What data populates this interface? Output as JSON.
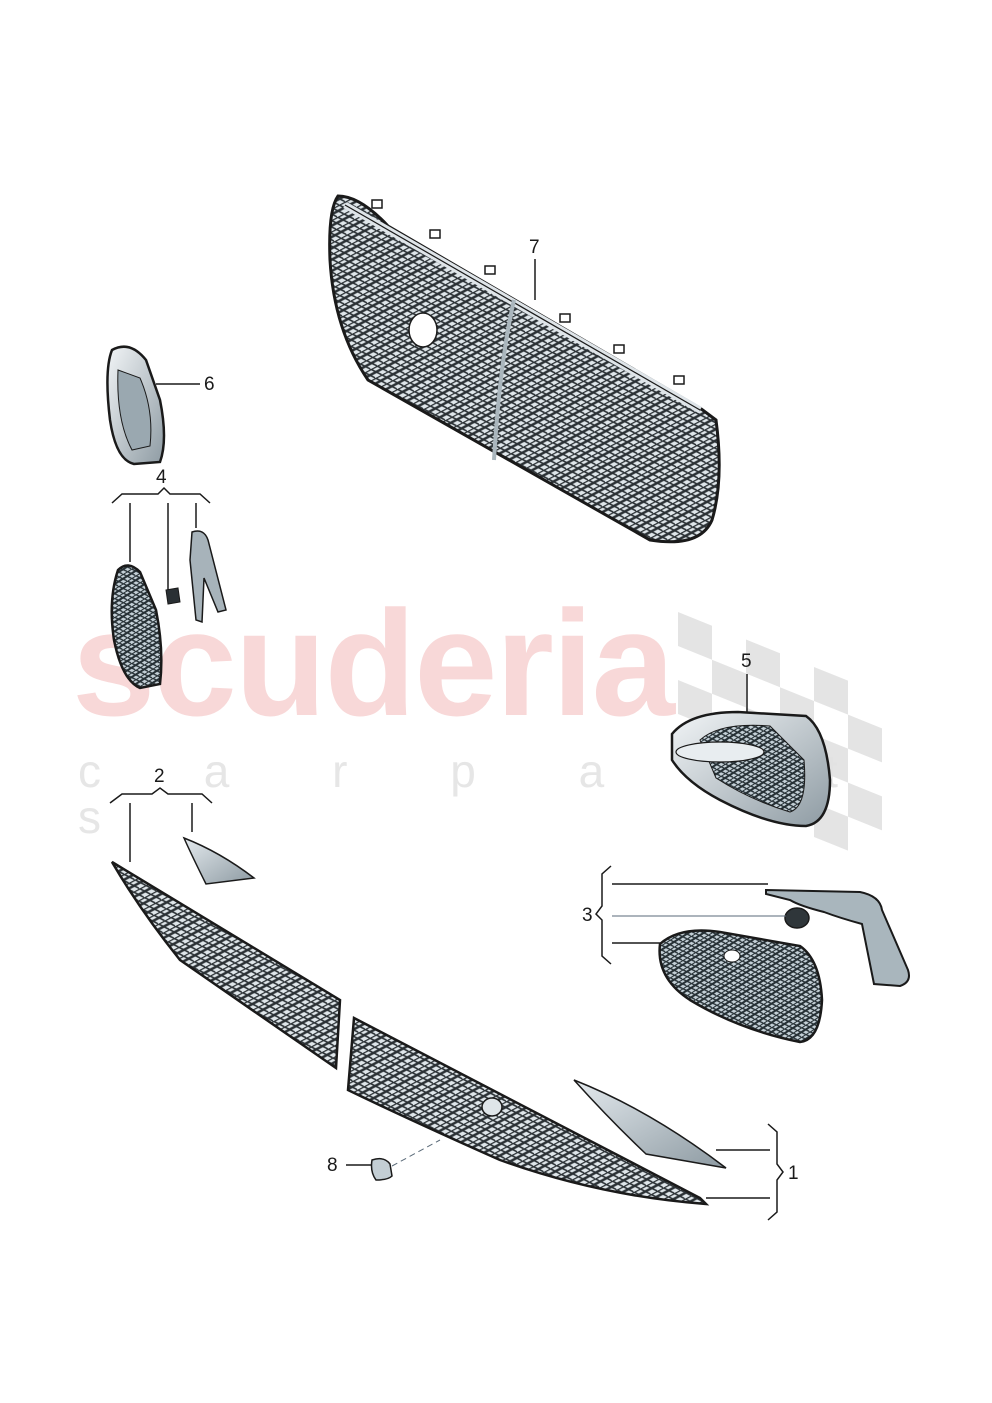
{
  "diagram": {
    "type": "exploded-parts-diagram",
    "subject": "Front radiator grille and bumper grilles",
    "watermark": {
      "brand": "scuderia",
      "tagline": "c a r  p a r t s",
      "brand_color": "#f8d8d8",
      "tagline_color": "#e6e6e6",
      "flag_color": "#e2e2e2"
    },
    "colors": {
      "line": "#1a1a1a",
      "part_fill": "#b8c4cc",
      "part_dark": "#3a4248",
      "part_light": "#dfe5e9"
    },
    "callouts": [
      {
        "id": "1",
        "label": "1",
        "part": "lower center grille with trim strip (bracket of 2 items)"
      },
      {
        "id": "2",
        "label": "2",
        "part": "lower side grille with trim insert (bracket of 2 items)"
      },
      {
        "id": "3",
        "label": "3",
        "part": "side air intake grille with cover and sensor (bracket of 3 items)"
      },
      {
        "id": "4",
        "label": "4",
        "part": "side grille with clip and seal (bracket of 3 items)"
      },
      {
        "id": "5",
        "label": "5",
        "part": "air intake grille with trim"
      },
      {
        "id": "6",
        "label": "6",
        "part": "side trim frame"
      },
      {
        "id": "7",
        "label": "7",
        "part": "radiator grille"
      },
      {
        "id": "8",
        "label": "8",
        "part": "cap / cover plug"
      }
    ]
  }
}
